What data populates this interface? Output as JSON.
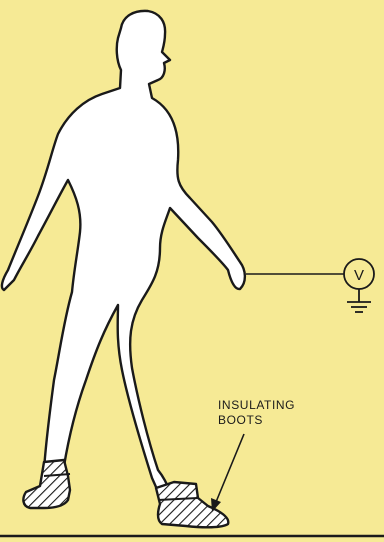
{
  "meter": {
    "symbol": "V"
  },
  "callout": {
    "line1": "INSULATING",
    "line2": "BOOTS"
  },
  "colors": {
    "background": "#f6ea95",
    "figure_fill": "#ffffff",
    "ink": "#1a1a1a"
  }
}
